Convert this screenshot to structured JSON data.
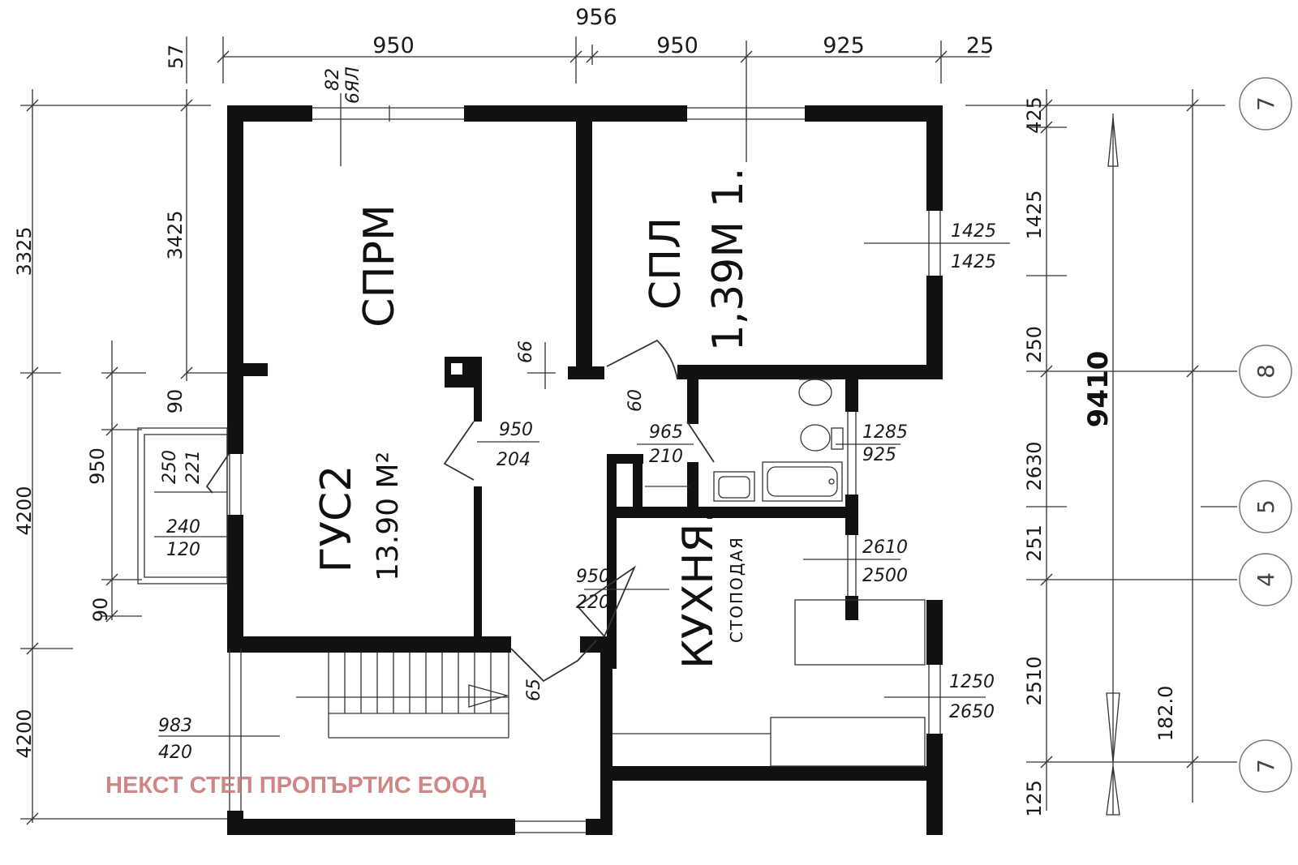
{
  "rooms": {
    "living": {
      "name": "ГУС2",
      "area": "13.90 М²"
    },
    "bedroom": {
      "name": "СПРМ"
    },
    "bedroom2": {
      "name": "СПЛ",
      "area": "1,39М 1."
    },
    "kitchen": {
      "name": "КУХНЯ.",
      "sub": "СТОПОДАЯ"
    }
  },
  "dimensions": {
    "top_total": "956",
    "top": [
      "950",
      "950",
      "925",
      "25"
    ],
    "top_left": "57",
    "left_outer": [
      "3325",
      "4200",
      "4200"
    ],
    "left_inner": [
      "3425",
      "90",
      "950",
      "90"
    ],
    "right": [
      "425",
      "1425",
      "250",
      "2630",
      "251",
      "2510",
      "125"
    ],
    "right_total": "9410",
    "right_bottom": "182.0",
    "door_stub": "66",
    "door_label_a": "60",
    "door_label_b": "65"
  },
  "openings": [
    {
      "top": "82",
      "bottom": "6ЯЛ"
    },
    {
      "top": "1425",
      "bottom": "1425"
    },
    {
      "top": "950",
      "bottom": "204"
    },
    {
      "top": "965",
      "bottom": "210"
    },
    {
      "top": "1285",
      "bottom": "925"
    },
    {
      "top": "2610",
      "bottom": "2500"
    },
    {
      "top": "950",
      "bottom": "220"
    },
    {
      "top": "1250",
      "bottom": "2650"
    },
    {
      "top": "983",
      "bottom": "420"
    },
    {
      "top": "250",
      "bottom": "221"
    },
    {
      "top": "240",
      "bottom": "120"
    }
  ],
  "axes": [
    "7",
    "8",
    "5",
    "4",
    "7"
  ],
  "watermark": "НЕКСТ СТЕП ПРОПЪРТИС ЕООД"
}
